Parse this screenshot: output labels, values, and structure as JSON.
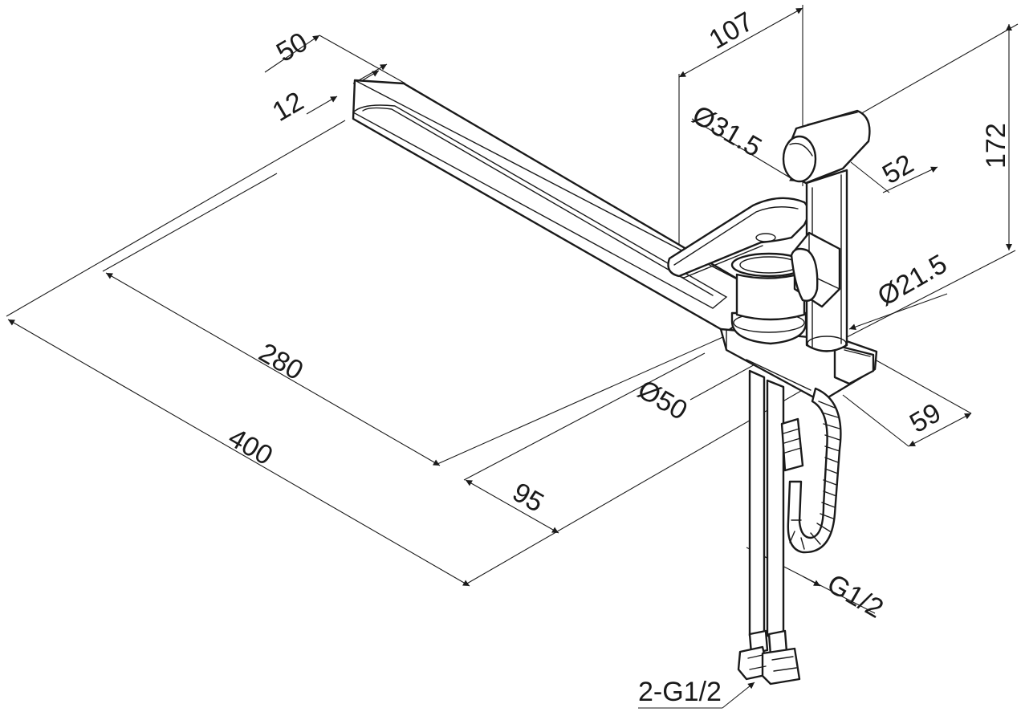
{
  "dimensions": {
    "spout_width": "50",
    "slot_width": "12",
    "height_to_handle": "107",
    "hose_diameter": "Ø31.5",
    "total_height": "172",
    "sprayer_offset": "52",
    "sprayer_hose_diameter": "Ø21.5",
    "spout_inner_length": "280",
    "spout_reach": "400",
    "base_diameter": "Ø50",
    "sprayer_base_offset": "59",
    "body_offset": "95",
    "hose_thread": "G1/2",
    "supply_threads": "2-G1/2"
  }
}
